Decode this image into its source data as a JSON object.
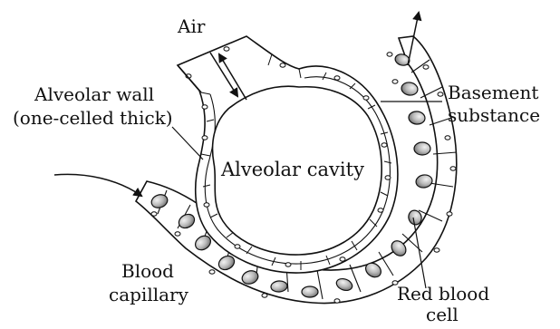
{
  "diagram": {
    "labels": {
      "air": "Air",
      "alveolar_wall_line1": "Alveolar wall",
      "alveolar_wall_line2": "(one-celled thick)",
      "basement_line1": "Basement",
      "basement_line2": "substance",
      "alveolar_cavity": "Alveolar cavity",
      "blood_line1": "Blood",
      "blood_line2": "capillary",
      "rbc_line1": "Red blood",
      "rbc_line2": "cell"
    },
    "colors": {
      "outline": "#111111",
      "cell_fill": "#ffffff",
      "rbc_fill": "#b8b8b8",
      "rbc_highlight": "#eeeeee"
    }
  }
}
